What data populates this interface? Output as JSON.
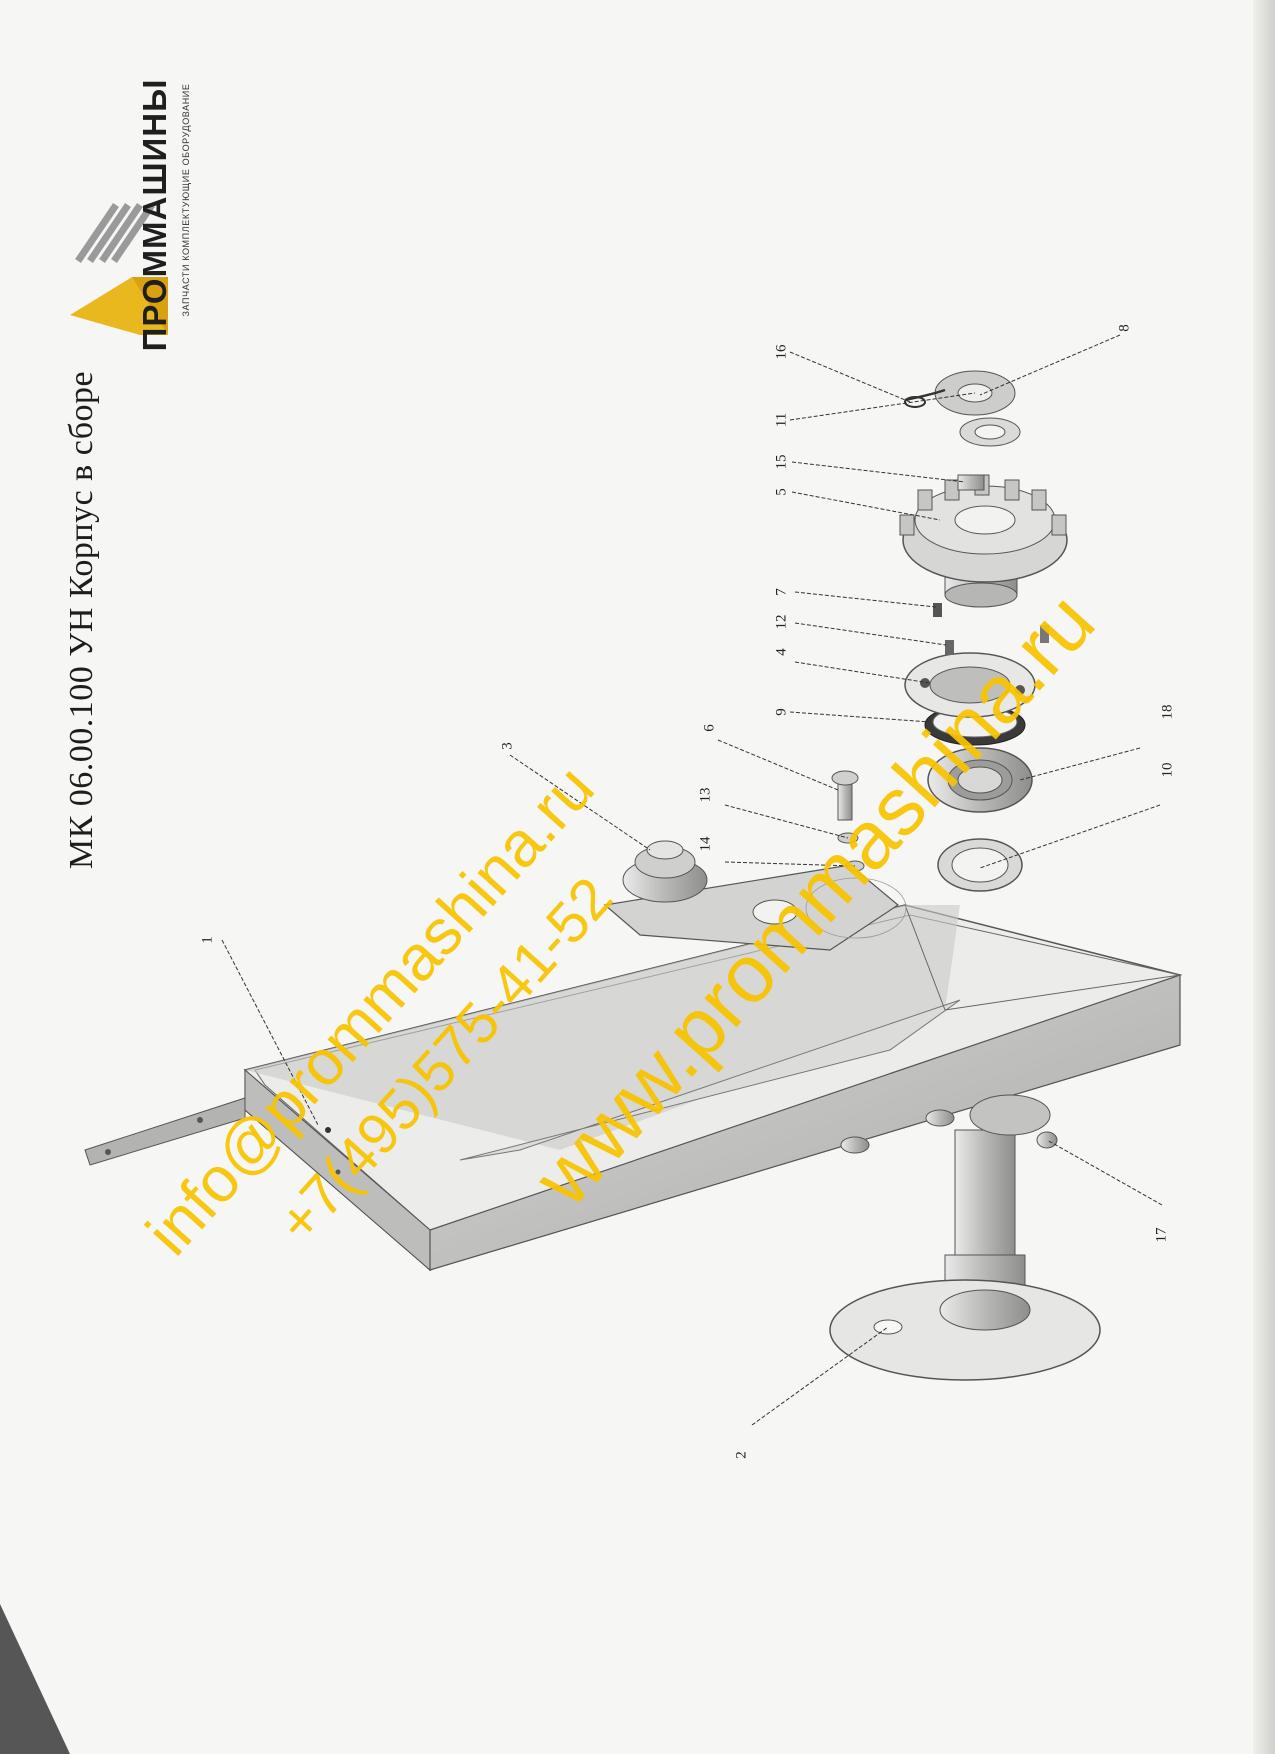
{
  "title": "МК 06.00.100 УН Корпус в сборе",
  "logo": {
    "name": "ПРОММАШИНЫ",
    "tagline": "ЗАПЧАСТИ КОМПЛЕКТУЮЩИЕ ОБОРУДОВАНИЕ"
  },
  "callouts": [
    {
      "id": "1",
      "label": "1"
    },
    {
      "id": "2",
      "label": "2"
    },
    {
      "id": "3",
      "label": "3"
    },
    {
      "id": "4",
      "label": "4"
    },
    {
      "id": "5",
      "label": "5"
    },
    {
      "id": "6",
      "label": "6"
    },
    {
      "id": "7",
      "label": "7"
    },
    {
      "id": "8",
      "label": "8"
    },
    {
      "id": "9",
      "label": "9"
    },
    {
      "id": "10",
      "label": "10"
    },
    {
      "id": "11",
      "label": "11"
    },
    {
      "id": "12",
      "label": "12"
    },
    {
      "id": "13",
      "label": "13"
    },
    {
      "id": "14",
      "label": "14"
    },
    {
      "id": "15",
      "label": "15"
    },
    {
      "id": "16",
      "label": "16"
    },
    {
      "id": "17",
      "label": "17"
    },
    {
      "id": "18",
      "label": "18"
    }
  ],
  "watermark": {
    "email": "info@prommashina.ru",
    "phone": "+7(495)575-41-52",
    "site": "www.prommashina.ru",
    "color": "#f8c400"
  }
}
